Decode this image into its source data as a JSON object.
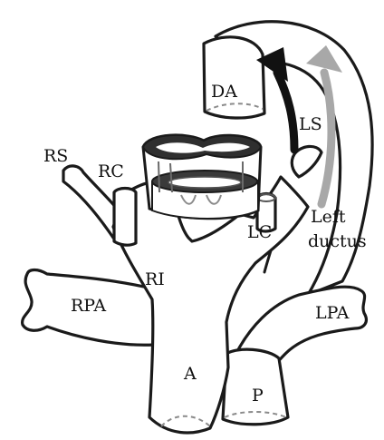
{
  "labels": {
    "da": "DA",
    "ls": "LS",
    "rs": "RS",
    "rc": "RC",
    "lc": "LC",
    "left_ductus_line1": "Left",
    "left_ductus_line2": "ductus",
    "ri": "RI",
    "rpa": "RPA",
    "lpa": "LPA",
    "a": "A",
    "p": "P"
  },
  "colors": {
    "outline": "#1a1a1a",
    "arrow_dark": "#111111",
    "arrow_light": "#a8a8a8",
    "cut_ring": "#555555"
  }
}
